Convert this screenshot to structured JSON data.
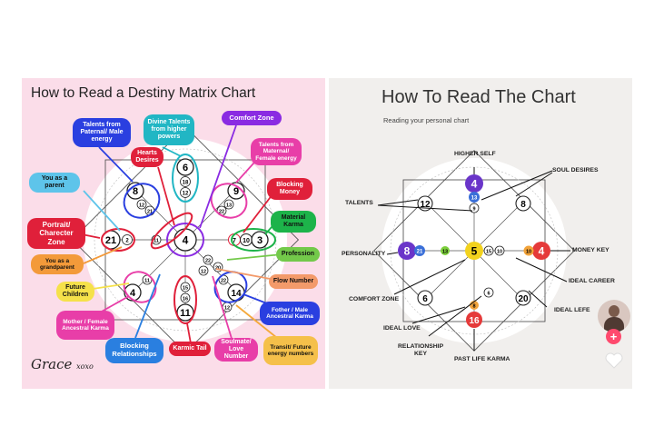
{
  "left_panel": {
    "title": "How to Read a Destiny Matrix Chart",
    "signature": "Grace",
    "signature_suffix": "xoxo",
    "callouts": [
      {
        "id": "talents-paternal",
        "text": "Talents from Paternal/ Male energy",
        "color": "#2a3fe0"
      },
      {
        "id": "divine-talents",
        "text": "Divine Talents from higher powers",
        "color": "#21b6c4"
      },
      {
        "id": "comfort-zone",
        "text": "Comfort Zone",
        "color": "#8a2be2"
      },
      {
        "id": "hearts-desires",
        "text": "Hearts Desires",
        "color": "#e0203a"
      },
      {
        "id": "talents-maternal",
        "text": "Talents from Maternal/ Female energy",
        "color": "#e83ea8"
      },
      {
        "id": "you-as-parent",
        "text": "You as a parent",
        "color": "#5ec4ea"
      },
      {
        "id": "blocking-money",
        "text": "Blocking Money",
        "color": "#e0203a"
      },
      {
        "id": "portrait",
        "text": "Portrait/ Charecter Zone",
        "color": "#e0203a"
      },
      {
        "id": "material-karma",
        "text": "Material Karma",
        "color": "#1db34a"
      },
      {
        "id": "grandparent",
        "text": "You as a grandparent",
        "color": "#f39a3a"
      },
      {
        "id": "profession",
        "text": "Profession",
        "color": "#73c94a"
      },
      {
        "id": "future-children",
        "text": "Future Children",
        "color": "#f5e14a"
      },
      {
        "id": "flow-number",
        "text": "Flow Number",
        "color": "#f39a6a"
      },
      {
        "id": "mother-ancestral",
        "text": "Mother / Female Ancestral Karma",
        "color": "#e83ea8"
      },
      {
        "id": "father-ancestral",
        "text": "Fother / Male Ancestral Karma",
        "color": "#2a3fe0"
      },
      {
        "id": "blocking-relationships",
        "text": "Blocking Relationships",
        "color": "#2a7fe0"
      },
      {
        "id": "karmic-tail",
        "text": "Karmic Tail",
        "color": "#e0203a"
      },
      {
        "id": "soulmate",
        "text": "Soulmate/ Love Number",
        "color": "#e83ea8"
      },
      {
        "id": "transit",
        "text": "Transit/ Future energy numbers",
        "color": "#f5a93a"
      }
    ],
    "numbers": {
      "top": "6",
      "top_inner1": "18",
      "top_inner2": "12",
      "tl": "8",
      "tl_inner1": "12",
      "tl_inner2": "21",
      "tr": "9",
      "tr_inner1": "13",
      "tr_inner2": "22",
      "left": "21",
      "left_inner": "2",
      "left_inner2": "11",
      "center": "4",
      "right_a": "7",
      "right_b": "10",
      "right_c": "3",
      "bl": "4",
      "bl_inner": "11",
      "br": "14",
      "br_inner": "22",
      "br_inner2": "12",
      "bottom": "11",
      "bottom_inner1": "15",
      "bottom_inner2": "16",
      "mid_a": "22",
      "mid_b": "20",
      "mid_c": "12"
    }
  },
  "right_panel": {
    "title": "How To Read The Chart",
    "subtitle": "Reading your personal chart",
    "labels": {
      "higher_self": "HIGHER SELF",
      "soul_desires": "SOUL DESIRES",
      "talents": "TALENTS",
      "personality": "PERSONALITY",
      "money_key": "MONEY KEY",
      "ideal_career": "IDEAL CAREER",
      "comfort_zone": "COMFORT ZONE",
      "ideal_life": "IDEAL LEFE",
      "ideal_love": "IDEAL LOVE",
      "relationship_key": "RELATIONSHIP KEY",
      "past_life_karma": "PAST LIFE KARMA"
    },
    "numbers": {
      "top": "4",
      "top_inner": "13",
      "top_inner2": "9",
      "tl": "12",
      "tr": "8",
      "left": "8",
      "left_inner": "21",
      "center": "5",
      "right": "4",
      "right_inner": "10",
      "bl": "6",
      "br": "20",
      "bottom": "16",
      "bottom_inner": "8",
      "inner_a": "15",
      "inner_b": "10",
      "inner_c": "13",
      "inner_d": "6"
    },
    "colors": {
      "purple": "#6a35c9",
      "red": "#e53a3a",
      "yellow": "#f2d21e",
      "blue": "#3a6fd8",
      "green": "#7ccf3c",
      "orange": "#f2a33a"
    }
  }
}
